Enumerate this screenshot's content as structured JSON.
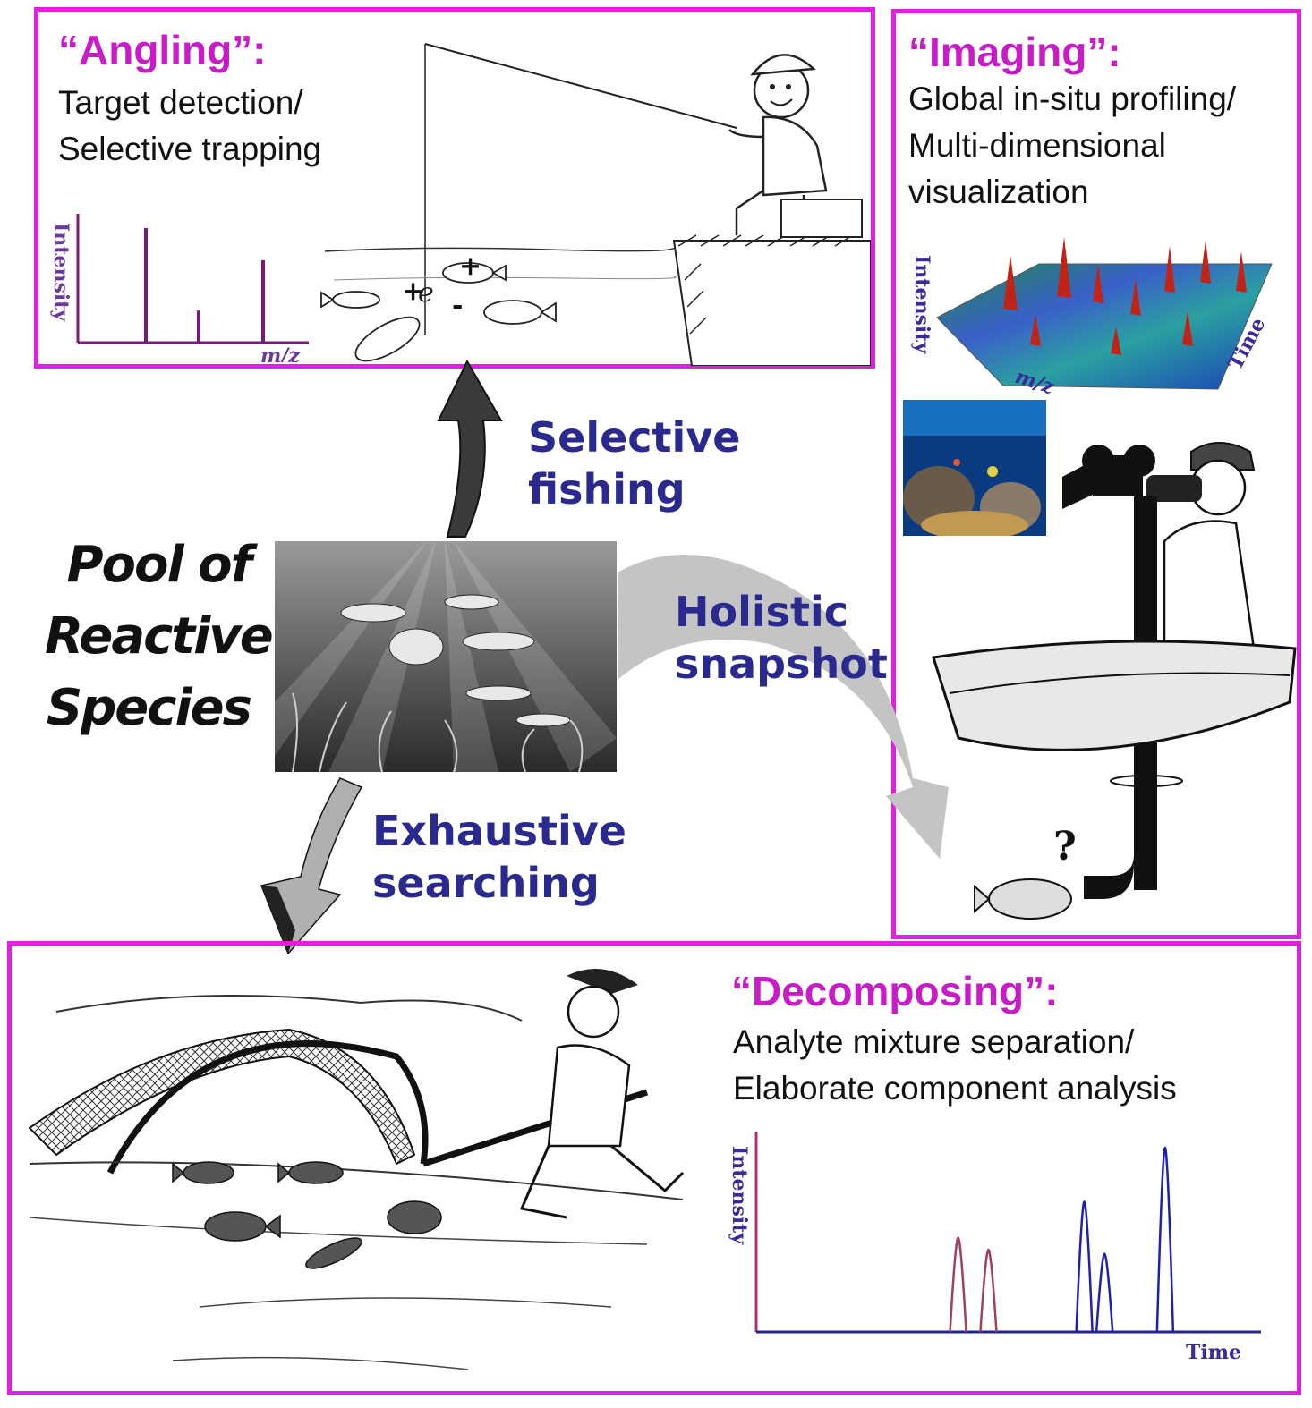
{
  "panels": {
    "angling": {
      "title": "“Angling”:",
      "lines": [
        "Target detection/",
        "Selective trapping"
      ],
      "ylabel": "Intensity",
      "xlabel": "m/z",
      "signs": {
        "plus": "+",
        "minus": "-",
        "electron": "e"
      }
    },
    "imaging": {
      "title": "“Imaging”:",
      "lines": [
        "Global in-situ profiling/",
        "Multi-dimensional",
        "visualization"
      ],
      "ylabel": "Intensity",
      "xlabel": "m/z",
      "zlabel": "Time",
      "question": "?"
    },
    "decomposing": {
      "title": "“Decomposing”:",
      "lines": [
        "Analyte mixture separation/",
        "Elaborate component analysis"
      ],
      "ylabel": "Intensity",
      "xlabel": "Time"
    }
  },
  "center": {
    "pool_lines": [
      "Pool of",
      "Reactive",
      "Species"
    ],
    "arrows": {
      "up": [
        "Selective",
        "fishing"
      ],
      "right": [
        "Holistic",
        "snapshot"
      ],
      "down": [
        "Exhaustive",
        "searching"
      ]
    }
  },
  "colors": {
    "panel_border": "#e020e0",
    "title": "#c81cc8",
    "arrow_label": "#2a2a8e",
    "spectrum": "#7a1a7a",
    "peak_red": "#a0405a",
    "peak_blue": "#2020b0",
    "baseline": "#23238a"
  },
  "chart_data": [
    {
      "type": "bar",
      "values": [
        1.0,
        0.28,
        0.72
      ],
      "categories": [
        "",
        "",
        ""
      ],
      "ylabel": "Intensity",
      "xlabel": "m/z"
    },
    {
      "type": "line",
      "ylabel": "Intensity",
      "xlabel": "Time",
      "series": [
        {
          "x": [
            0.4,
            0.46
          ],
          "values": [
            0.47,
            0.41
          ]
        },
        {
          "x": [
            0.65,
            0.69,
            0.81
          ],
          "values": [
            0.65,
            0.39,
            0.92
          ]
        }
      ]
    }
  ]
}
